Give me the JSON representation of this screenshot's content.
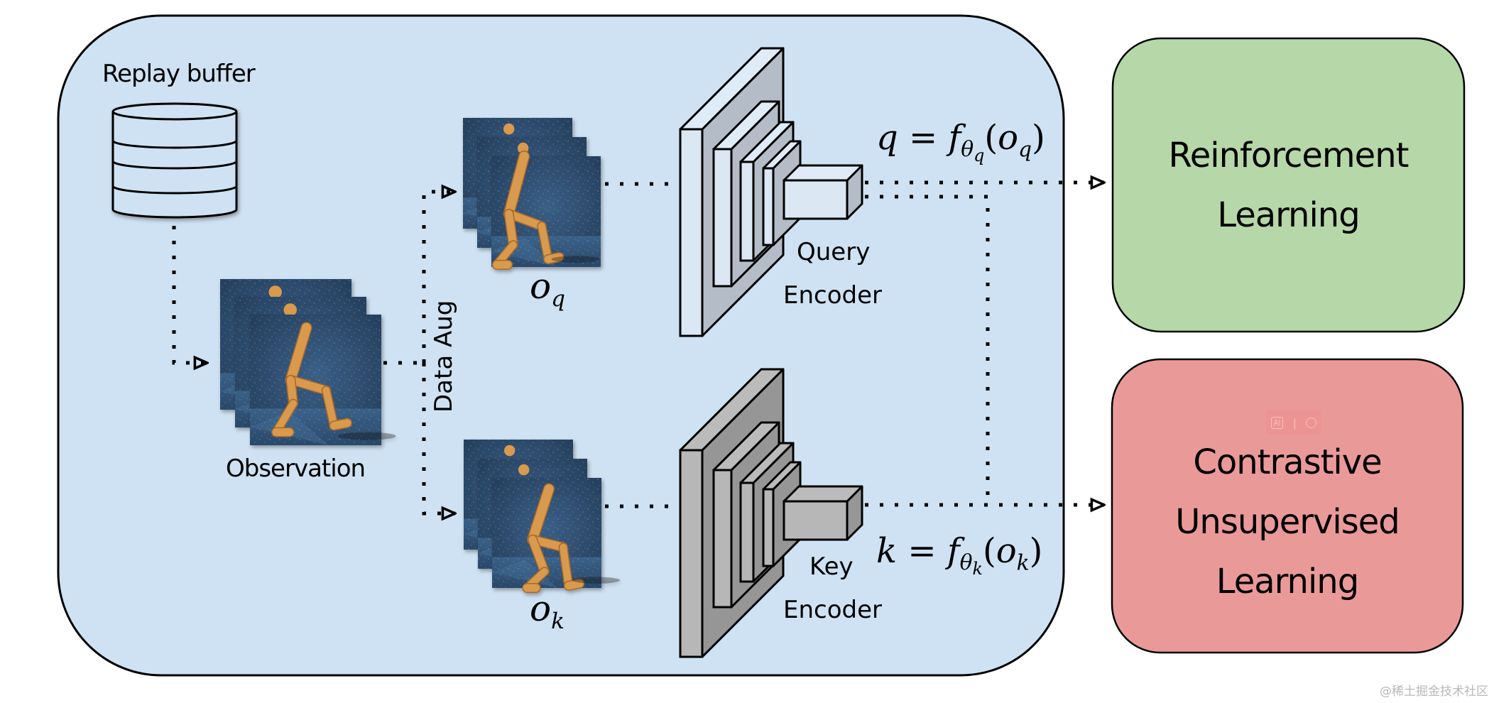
{
  "figure": {
    "title": "CURL architecture diagram",
    "replay_buffer_label": "Replay buffer",
    "observation_label": "Observation",
    "data_aug_label": "Data Aug",
    "oq_label": {
      "base": "o",
      "sub": "q"
    },
    "ok_label": {
      "base": "o",
      "sub": "k"
    },
    "query_encoder_label": [
      "Query",
      "Encoder"
    ],
    "key_encoder_label": [
      "Key",
      "Encoder"
    ],
    "query_formula": {
      "lhs": "q",
      "eq": "=",
      "f": "f",
      "theta": "θ",
      "theta_sub": "q",
      "arg": "o",
      "arg_sub": "q"
    },
    "key_formula": {
      "lhs": "k",
      "eq": "=",
      "f": "f",
      "theta": "θ",
      "theta_sub": "k",
      "arg": "o",
      "arg_sub": "k"
    },
    "rl_box": {
      "lines": [
        "Reinforcement",
        "Learning"
      ],
      "color": "#b6d7a8"
    },
    "cul_box": {
      "lines": [
        "Contrastive",
        "Unsupervised",
        "Learning"
      ],
      "color": "#ea9999"
    },
    "main_panel_color": "#cfe2f3",
    "query_encoder_color": "#dbe7f3",
    "key_encoder_color": "#b7b7b7",
    "frame_color": "#2f4d6e",
    "agent_color": "#d99a4e"
  },
  "overlay": {
    "ai_icon": "ai-icon",
    "search_icon": "search-icon",
    "divider": "|"
  },
  "watermark": "@稀土掘金技术社区"
}
